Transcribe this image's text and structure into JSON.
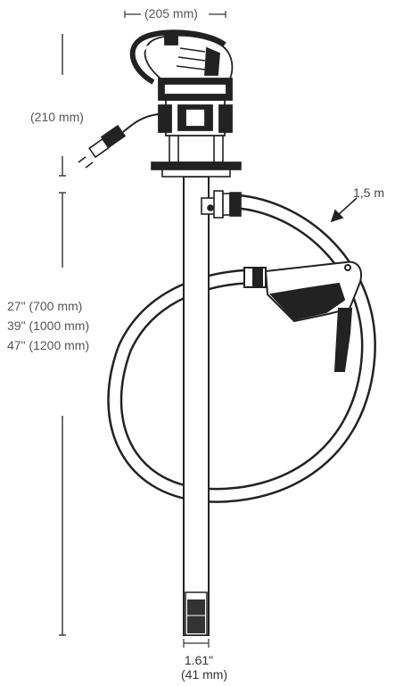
{
  "dimensions": {
    "motor_width": "(205 mm)",
    "motor_height": "(210 mm)",
    "tube_lengths": [
      "27\" (700 mm)",
      "39\" (1000 mm)",
      "47\" (1200 mm)"
    ],
    "hose_length": "1,5 m",
    "tube_diameter_in": "1.61\"",
    "tube_diameter_mm": "(41 mm)"
  }
}
